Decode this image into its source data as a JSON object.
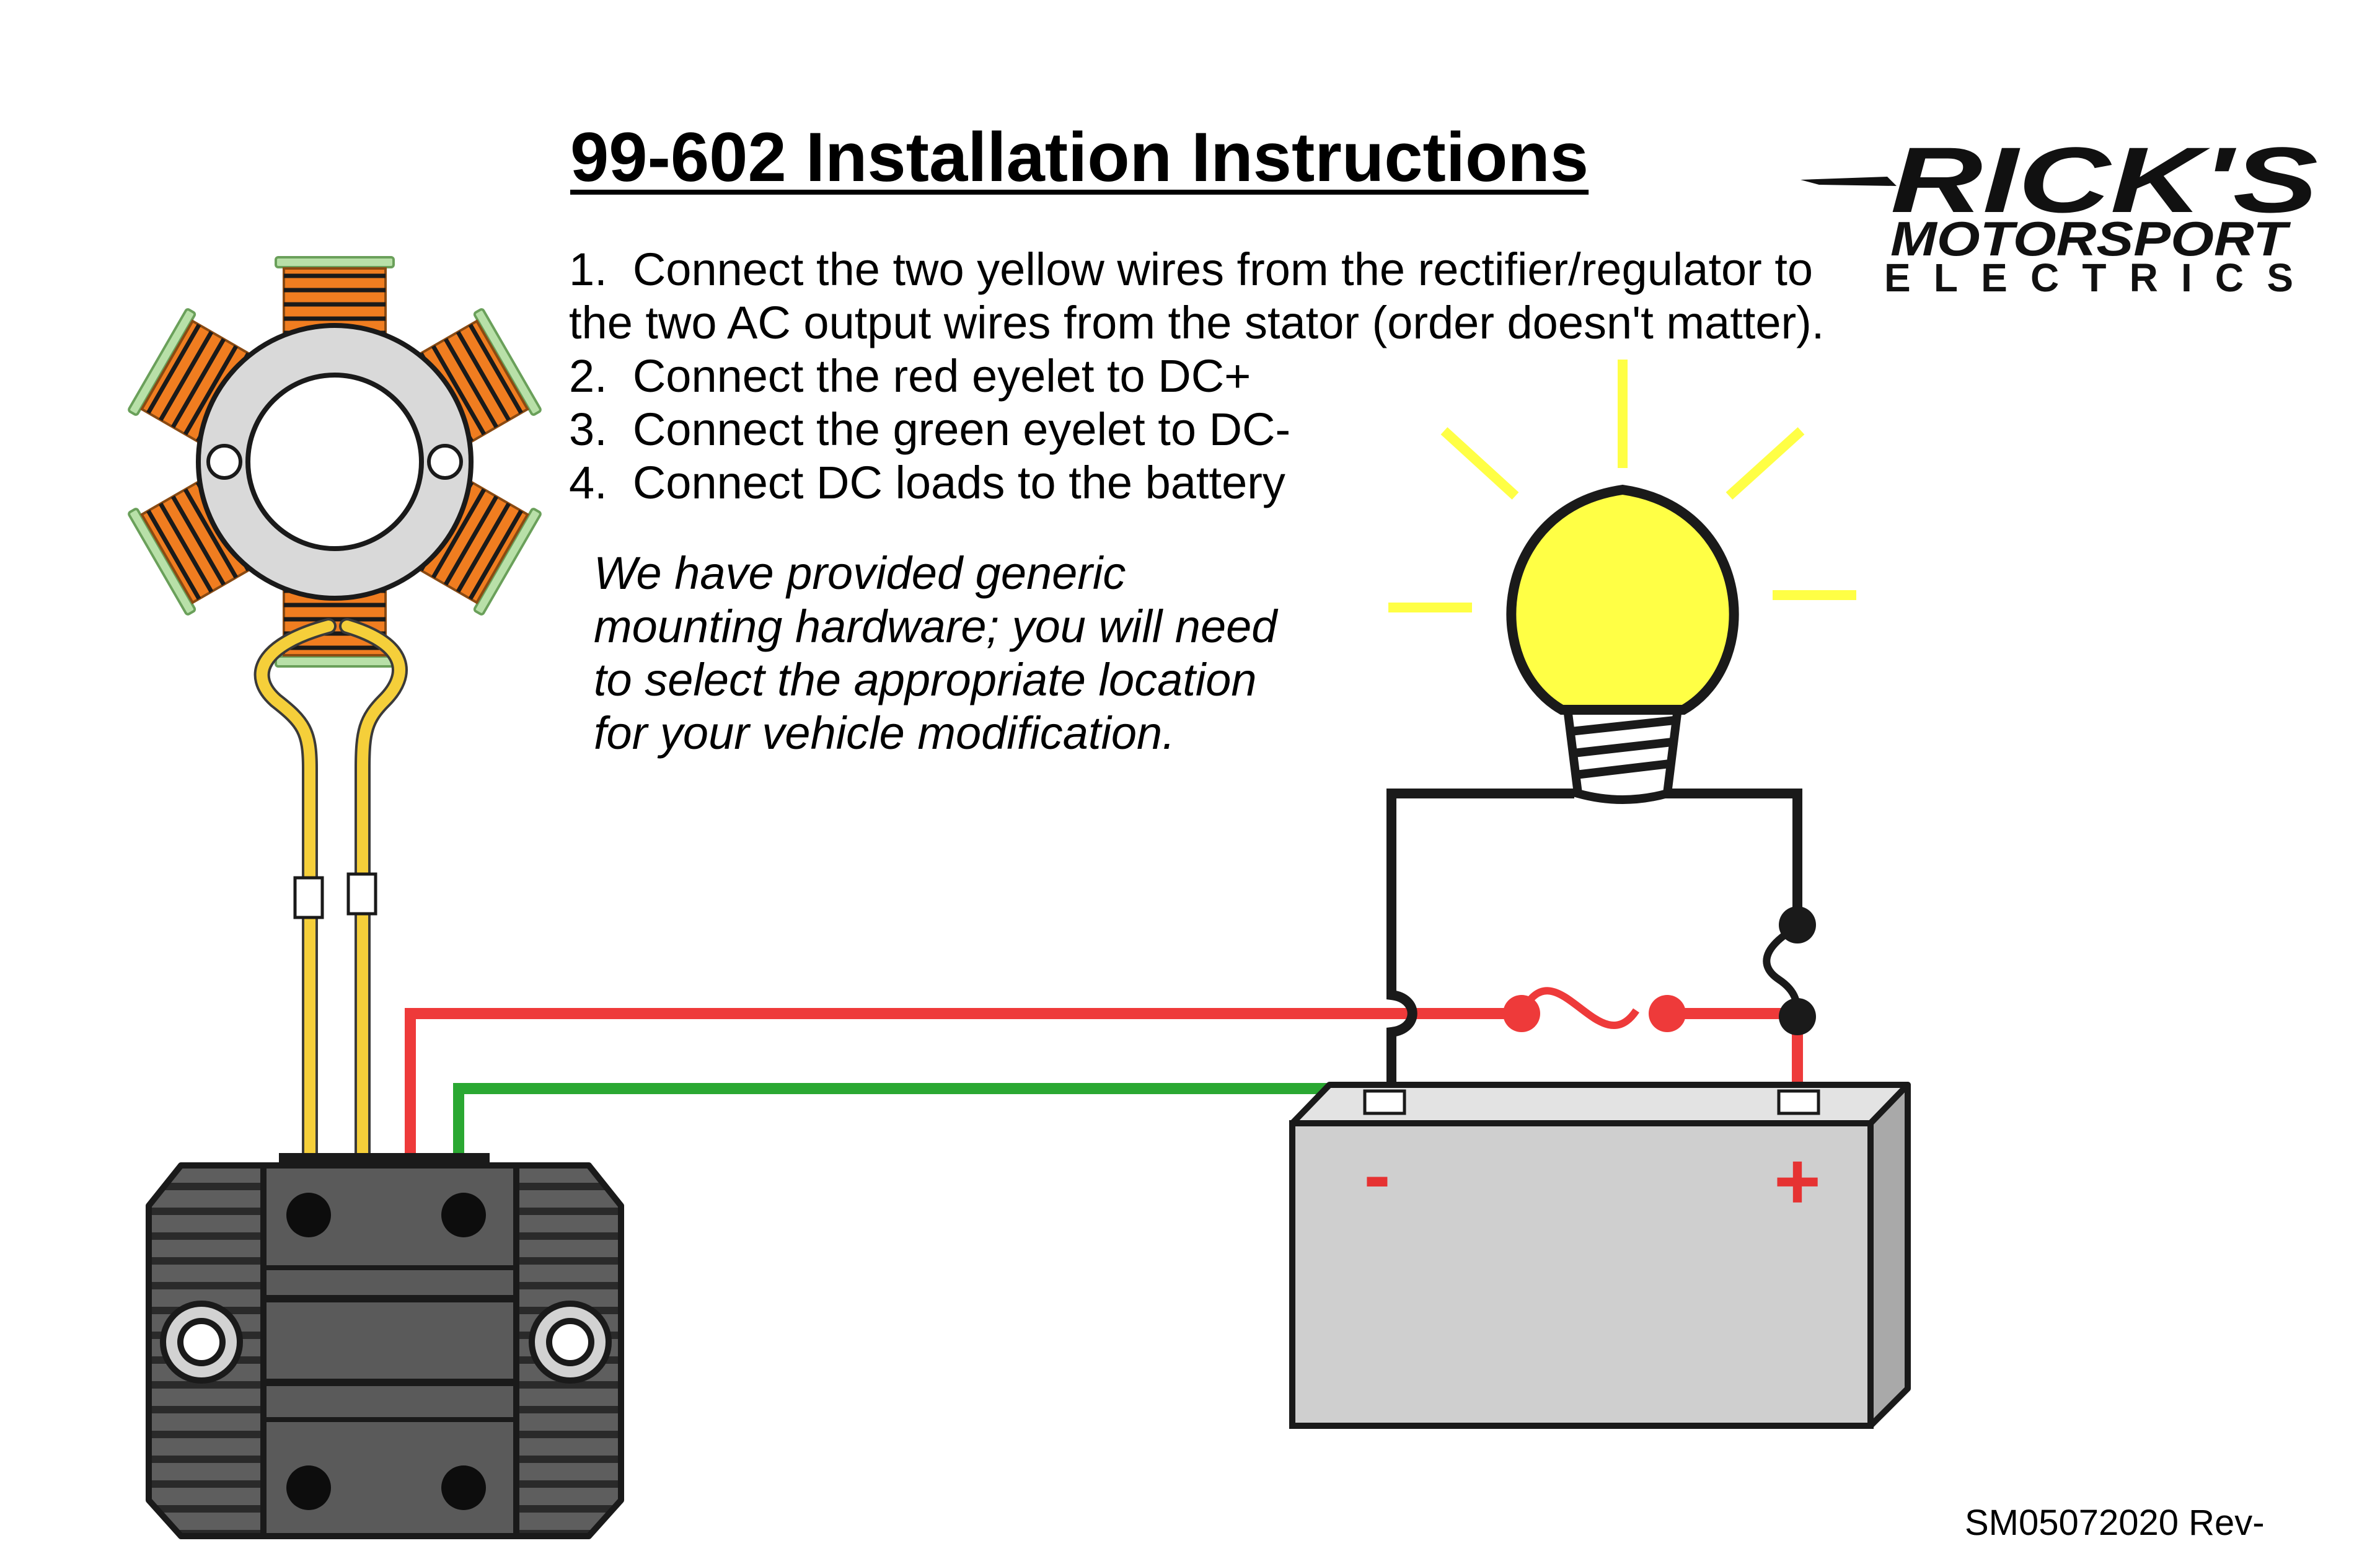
{
  "title": "99-602 Installation Instructions",
  "logo": {
    "brand": "RICK'S",
    "line2": "MOTORSPORT",
    "line3": "ELECTRICS"
  },
  "instructions": [
    {
      "number": "1.",
      "text": "Connect the two yellow wires from the rectifier/regulator to",
      "continuation": "the two AC output wires from the stator (order doesn't matter)."
    },
    {
      "number": "2.",
      "text": "Connect the red eyelet to DC+"
    },
    {
      "number": "3.",
      "text": "Connect the green eyelet to DC-"
    },
    {
      "number": "4.",
      "text": "Connect DC loads to the battery"
    }
  ],
  "note_lines": [
    "We have provided generic",
    "mounting hardware; you will need",
    "to select the appropriate location",
    "for your vehicle modification."
  ],
  "battery": {
    "negative_label": "-",
    "positive_label": "+"
  },
  "revision": "SM05072020 Rev-",
  "colors": {
    "ac_wire": "#f5cf3a",
    "positive_wire": "#ee3a3a",
    "negative_wire": "#2aa832",
    "load_wire": "#1a1a1a",
    "coil": "#f07d20",
    "stator_ring": "#d9d9d9",
    "bulb": "#ffff45",
    "bulb_rays": "#ffff45",
    "rectifier": "#5e5e5e",
    "battery": "#cfcfcf",
    "battery_side": "#a9a9a9",
    "terminal_label": "#e63232"
  }
}
